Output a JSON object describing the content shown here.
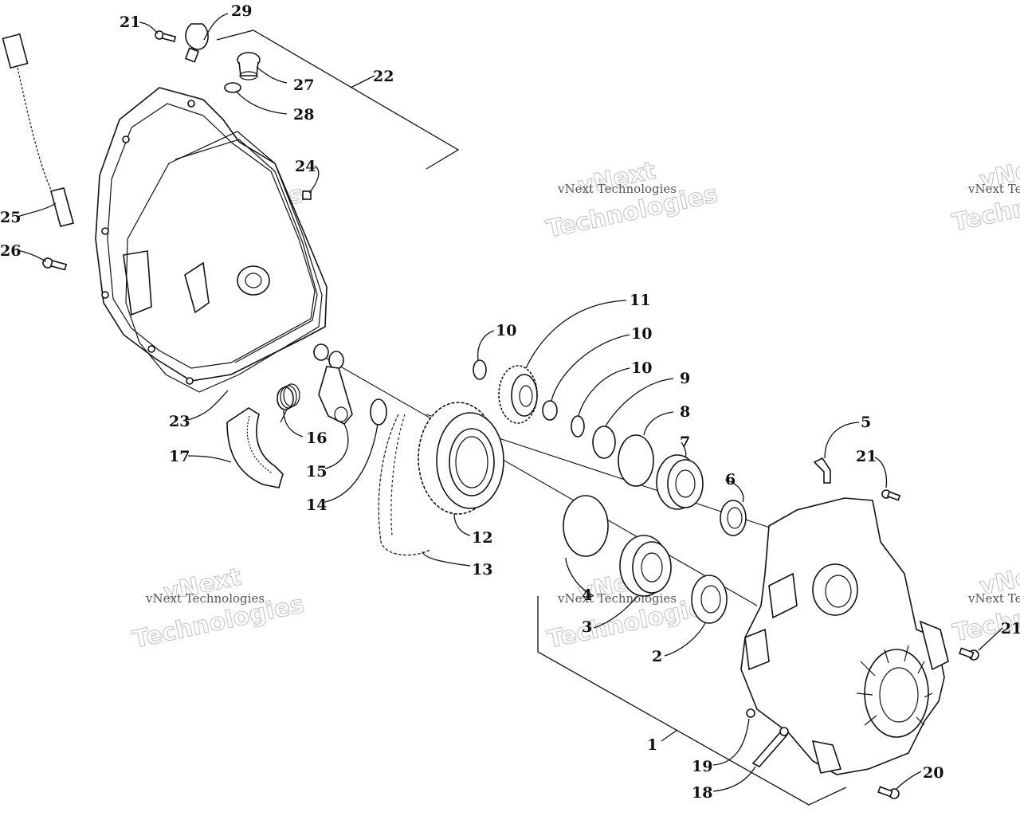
{
  "diagram": {
    "watermark_text_1": "vNext",
    "watermark_text_2": "Technologies",
    "watermark_caption": "vNext Technologies",
    "callouts": {
      "c1": "1",
      "c2": "2",
      "c3": "3",
      "c4": "4",
      "c5": "5",
      "c6": "6",
      "c7": "7",
      "c8": "8",
      "c9": "9",
      "c10a": "10",
      "c10b": "10",
      "c10c": "10",
      "c11": "11",
      "c12": "12",
      "c13": "13",
      "c14": "14",
      "c15": "15",
      "c16": "16",
      "c17": "17",
      "c18": "18",
      "c19": "19",
      "c20": "20",
      "c21a": "21",
      "c21b": "21",
      "c21c": "21",
      "c22": "22",
      "c23": "23",
      "c24": "24",
      "c25": "25",
      "c26": "26",
      "c27": "27",
      "c28": "28",
      "c29": "29"
    }
  }
}
